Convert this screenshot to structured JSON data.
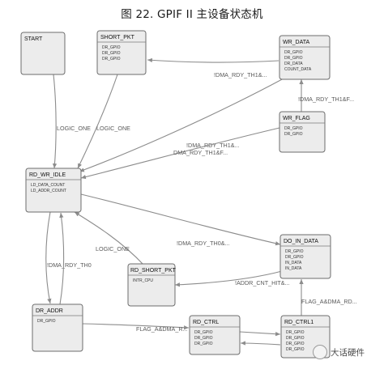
{
  "figure": {
    "title": "图 22. GPIF II 主设备状态机"
  },
  "colors": {
    "state_fill": "#ececec",
    "state_border": "#6d6d6d",
    "edge": "#8c8c8c",
    "label": "#5a5a5a"
  },
  "states": {
    "start": {
      "name": "START",
      "items": []
    },
    "short_pkt": {
      "name": "SHORT_PKT",
      "items": [
        "DR_GPIO",
        "DR_GPIO",
        "DR_GPIO"
      ]
    },
    "wr_data": {
      "name": "WR_DATA",
      "items": [
        "DR_GPIO",
        "DR_GPIO",
        "DR_DATA",
        "COUNT_DATA"
      ]
    },
    "wr_flag": {
      "name": "WR_FLAG",
      "items": [
        "DR_GPIO",
        "DR_GPIO"
      ]
    },
    "rd_wr_idle": {
      "name": "RD_WR_IDLE",
      "items": [
        "LD_DATA_COUNT",
        "LD_ADDR_COUNT"
      ]
    },
    "do_in_data": {
      "name": "DO_IN_DATA",
      "items": [
        "DR_GPIO",
        "DR_GPIO",
        "IN_DATA",
        "IN_DATA"
      ]
    },
    "rd_short_pkt": {
      "name": "RD_SHORT_PKT",
      "items": [
        "INTR_CPU"
      ]
    },
    "dr_addr": {
      "name": "DR_ADDR",
      "items": [
        "DR_GPIO"
      ]
    },
    "rd_ctrl": {
      "name": "RD_CTRL",
      "items": [
        "DR_GPIO",
        "DR_GPIO",
        "DR_GPIO"
      ]
    },
    "rd_ctrl1": {
      "name": "RD_CTRL1",
      "items": [
        "DR_GPIO",
        "DR_GPIO",
        "DR_GPIO",
        "DR_GPIO"
      ]
    }
  },
  "transitions": {
    "start_idle": {
      "label": "LOGIC_ONE"
    },
    "shortpkt_idle": {
      "label": "LOGIC_ONE"
    },
    "wrdata_shortpkt": {
      "label": "!DMA_RDY_TH1&..."
    },
    "wrflag_wrdata": {
      "label": "!DMA_RDY_TH1&F..."
    },
    "wrdata_idle": {
      "label": "!DMA_RDY_TH1&..."
    },
    "wrflag_idle": {
      "label": "DMA_RDY_TH1&F..."
    },
    "idle_doindata": {
      "label": "!DMA_RDY_TH0&..."
    },
    "rdshort_idle": {
      "label": "LOGIC_ONE"
    },
    "doindata_rdshort": {
      "label": "!ADDR_CNT_HIT&..."
    },
    "idle_draddr": {
      "label": "!DMA_RDY_TH0"
    },
    "draddr_idle": {
      "label": ""
    },
    "draddr_rdctrl": {
      "label": "FLAG_A&DMA_R..."
    },
    "rdctrl_rdctrl1": {
      "label": ""
    },
    "rdctrl1_doindata": {
      "label": "FLAG_A&DMA_RD..."
    },
    "rdctrl1_rdctrl": {
      "label": ""
    }
  },
  "watermark": {
    "text": "大话硬件",
    "icon": "wechat-logo-icon"
  }
}
